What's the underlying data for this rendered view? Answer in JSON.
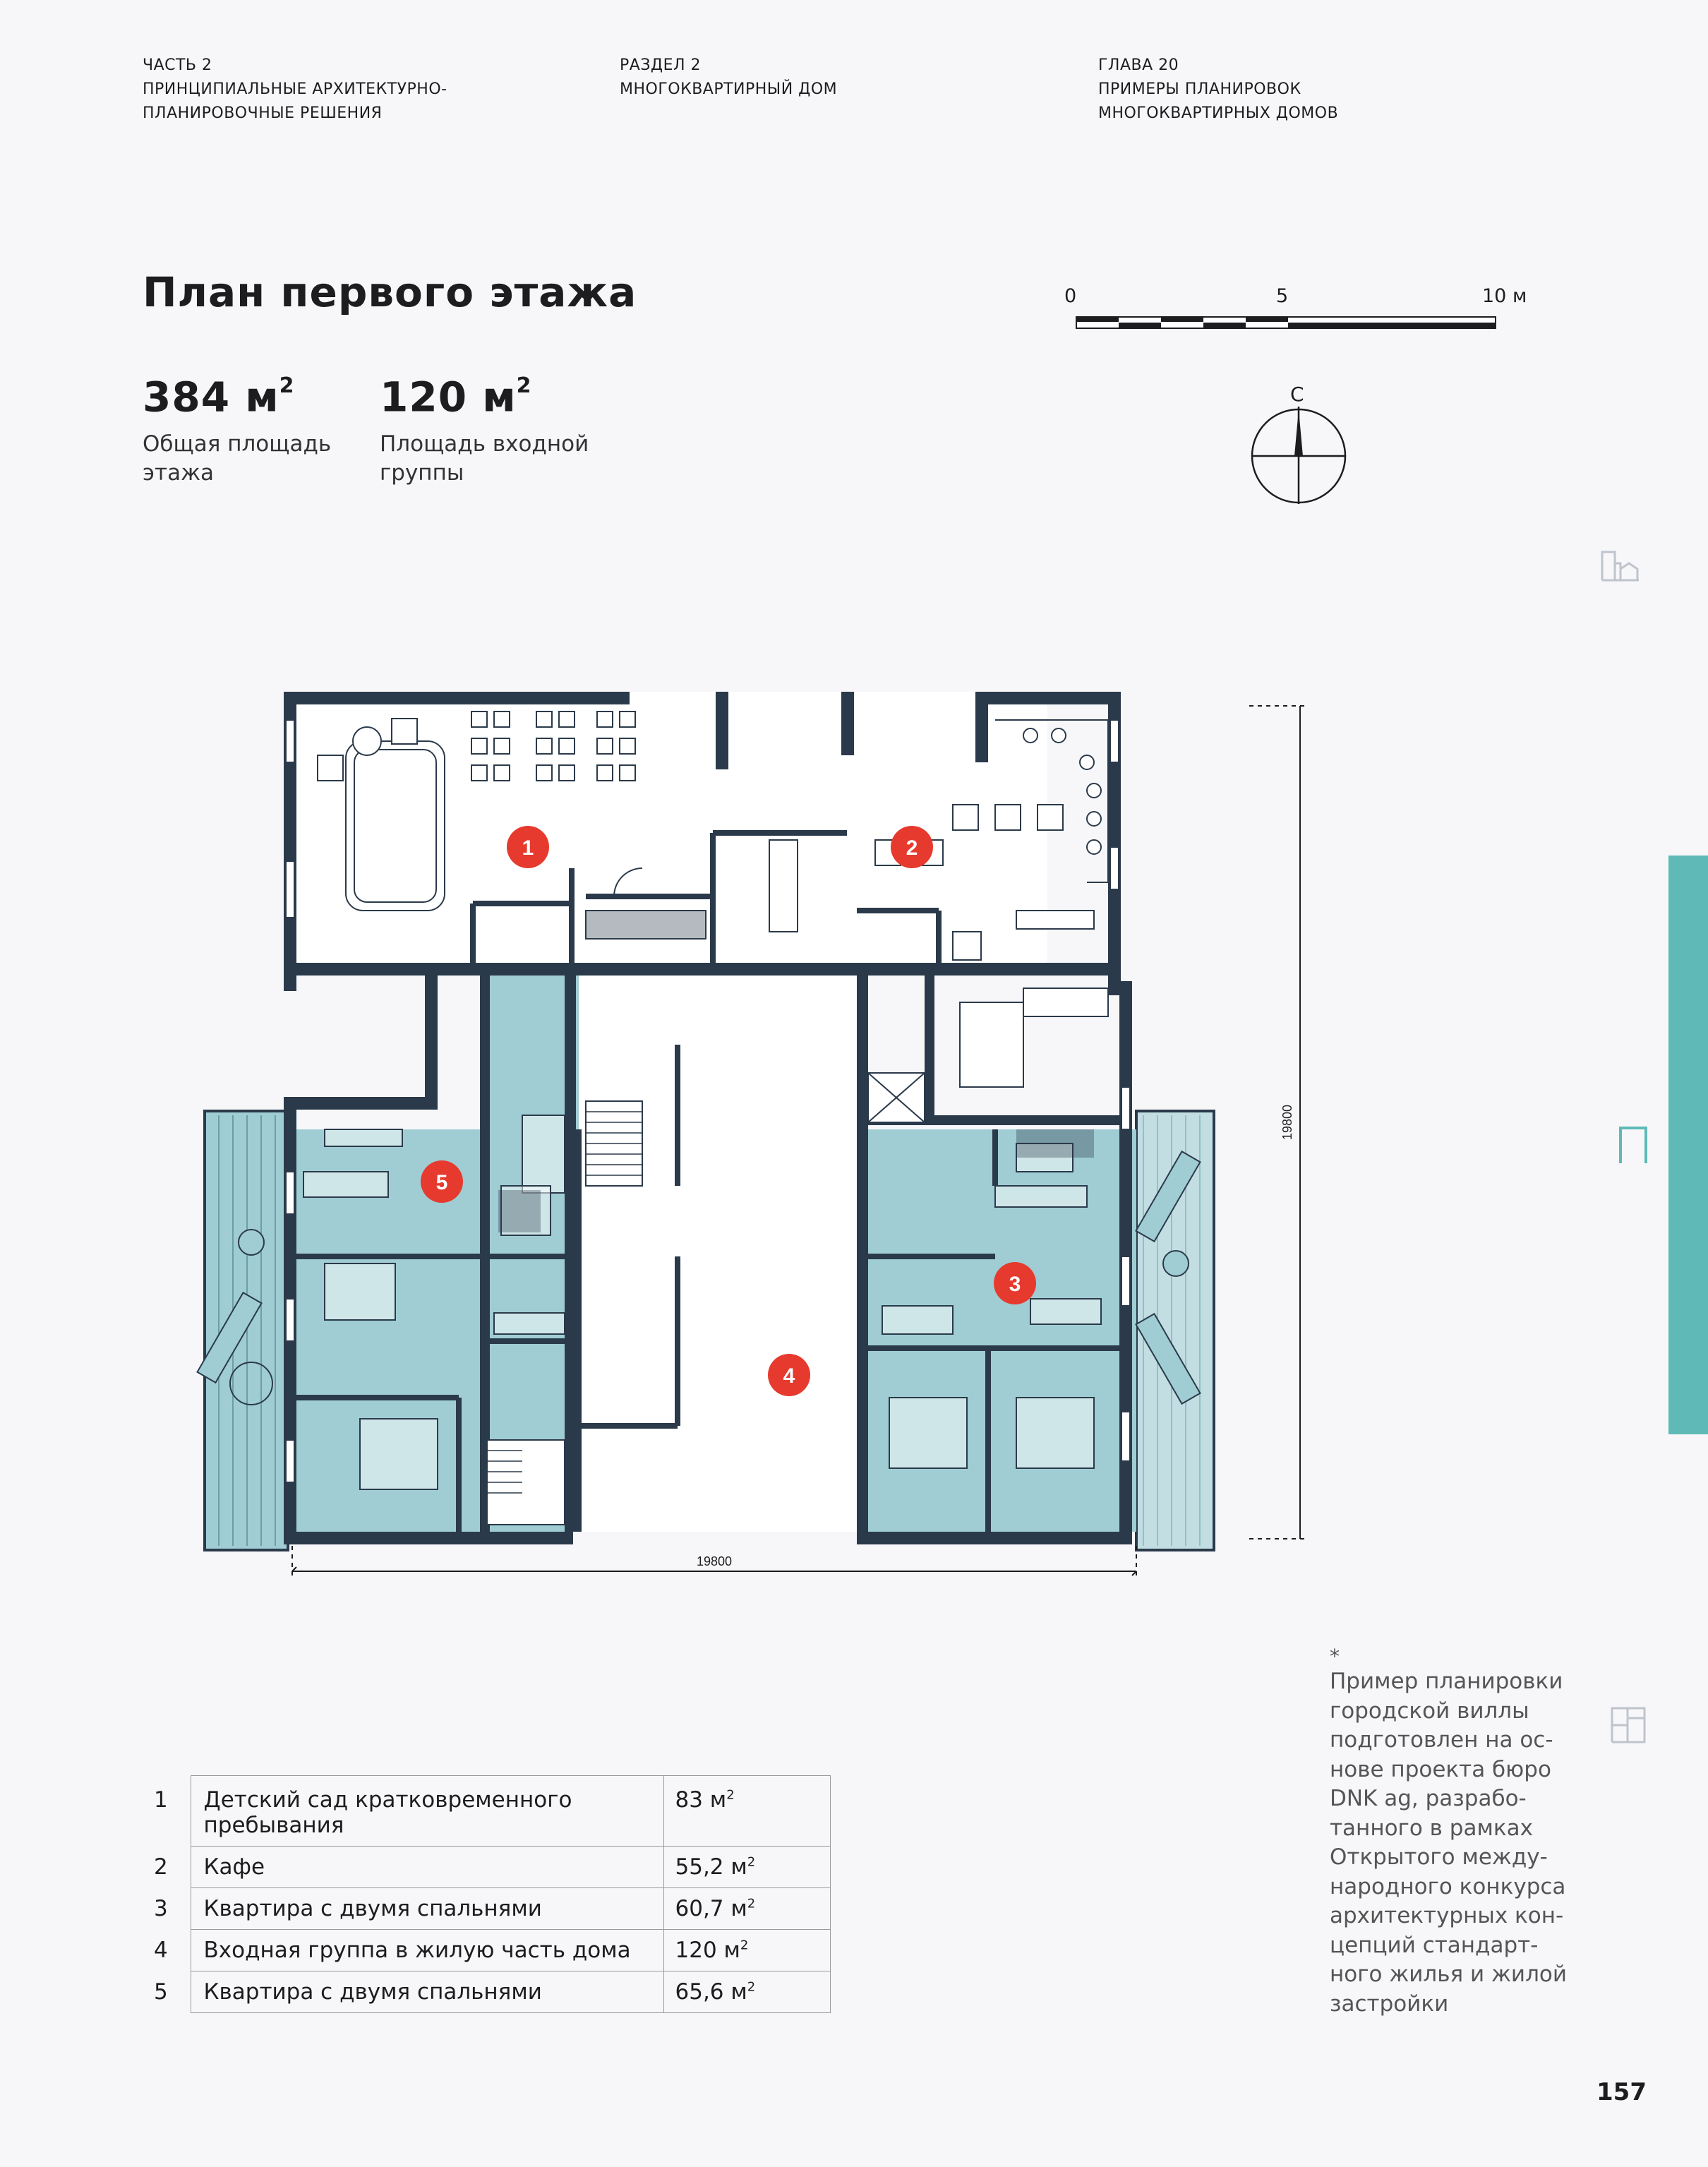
{
  "header": {
    "part_label": "ЧАСТЬ 2",
    "part_title_1": "ПРИНЦИПИАЛЬНЫЕ АРХИТЕКТУРНО-",
    "part_title_2": "ПЛАНИРОВОЧНЫЕ РЕШЕНИЯ",
    "section_label": "РАЗДЕЛ 2",
    "section_title": "МНОГОКВАРТИРНЫЙ ДОМ",
    "chapter_label": "ГЛАВА 20",
    "chapter_title_1": "ПРИМЕРЫ ПЛАНИРОВОК",
    "chapter_title_2": "МНОГОКВАРТИРНЫХ ДОМОВ"
  },
  "title": "План первого этажа",
  "stats": [
    {
      "value": "384 м",
      "sup": "2",
      "label_1": "Общая площадь",
      "label_2": "этажа"
    },
    {
      "value": "120 м",
      "sup": "2",
      "label_1": "Площадь входной",
      "label_2": "группы"
    }
  ],
  "scale": {
    "start": "0",
    "mid": "5",
    "end": "10 м"
  },
  "compass": {
    "north": "С"
  },
  "plan": {
    "dimension_width": "19800",
    "dimension_height": "19800",
    "markers": [
      "1",
      "2",
      "3",
      "4",
      "5"
    ]
  },
  "colors": {
    "wall": "#2b3a4a",
    "apartment_fill": "#9fcdd3",
    "marker": "#e63a2e",
    "side_tab": "#5fbab7"
  },
  "legend": [
    {
      "num": "1",
      "name_1": "Детский сад кратковременного",
      "name_2": "пребывания",
      "area": "83 м",
      "sup": "2"
    },
    {
      "num": "2",
      "name_1": "Кафе",
      "name_2": "",
      "area": "55,2 м",
      "sup": "2"
    },
    {
      "num": "3",
      "name_1": "Квартира с двумя спальнями",
      "name_2": "",
      "area": "60,7 м",
      "sup": "2"
    },
    {
      "num": "4",
      "name_1": "Входная группа в жилую часть дома",
      "name_2": "",
      "area": "120 м",
      "sup": "2"
    },
    {
      "num": "5",
      "name_1": "Квартира с двумя спальнями",
      "name_2": "",
      "area": "65,6 м",
      "sup": "2"
    }
  ],
  "footnote": {
    "star": "*",
    "lines": [
      "Пример планировки",
      "городской виллы",
      "подготовлен на ос-",
      "нове проекта бюро",
      "DNK ag, разрабо-",
      "танного в рамках",
      "Открытого между-",
      "народного конкурса",
      "архитектурных кон-",
      "цепций стандарт-",
      "ного жилья и жилой",
      "застройки"
    ]
  },
  "page_number": "157"
}
